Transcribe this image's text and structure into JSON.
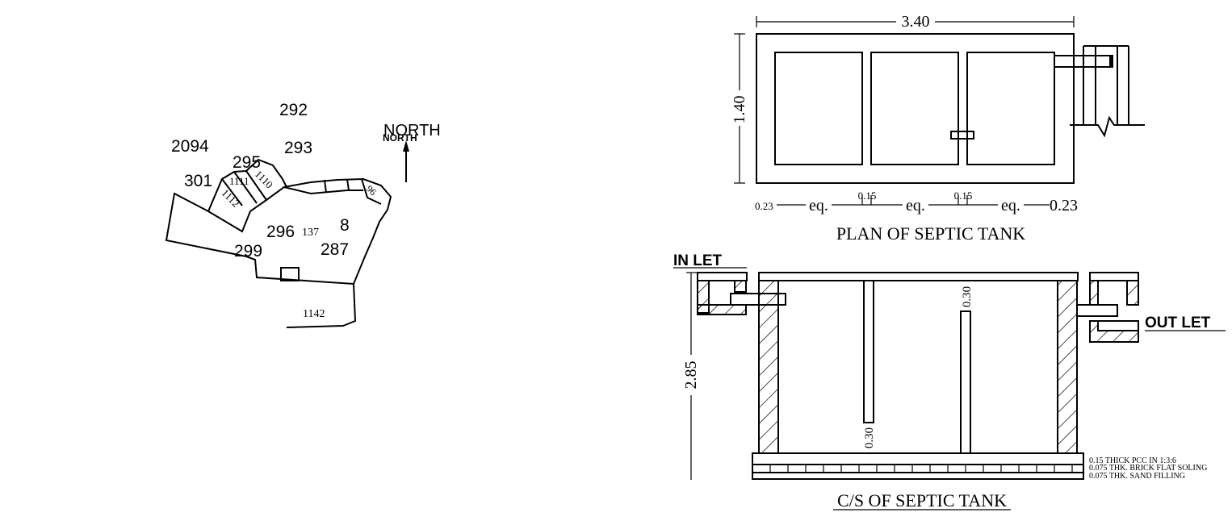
{
  "site_plan": {
    "plots": [
      "292",
      "293",
      "2094",
      "295",
      "301",
      "1111",
      "1110",
      "1112",
      "296",
      "137",
      "8",
      "299",
      "287",
      "96",
      "1142"
    ],
    "north_label": "NORTH",
    "north_label_small": "NORTH"
  },
  "plan": {
    "title": "PLAN OF SEPTIC TANK",
    "length": "3.40",
    "width": "1.40",
    "dims": [
      "0.23",
      "eq.",
      "0.15",
      "eq.",
      "0.15",
      "eq.",
      "0.23"
    ]
  },
  "section": {
    "title": "C/S OF SEPTIC TANK",
    "inlet": "IN LET",
    "outlet": "OUT LET",
    "depth": "2.85",
    "baffle_top": "0.30",
    "baffle_bottom": "0.30",
    "notes": [
      "0.15 THICK PCC IN 1:3:6",
      "0.075 THK. BRICK FLAT SOLING",
      "0.075 THK. SAND FILLING"
    ]
  },
  "colors": {
    "ink": "#000000",
    "background": "#ffffff"
  }
}
